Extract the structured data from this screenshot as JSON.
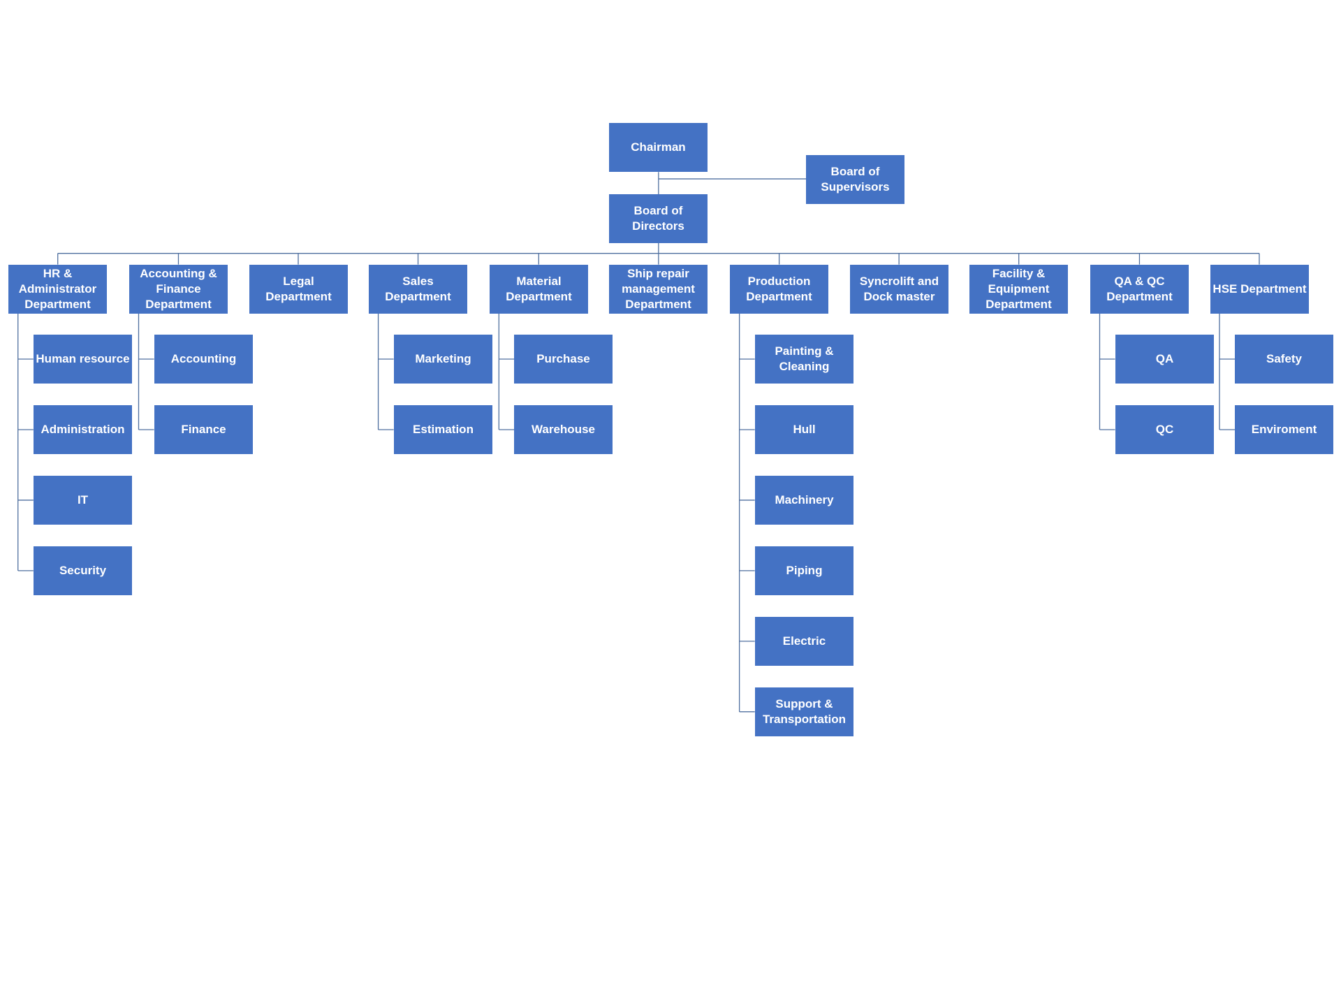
{
  "chart": {
    "chairman": "Chairman",
    "board_of_supervisors": "Board of\nSupervisors",
    "board_of_directors": "Board of\nDirectors",
    "departments": [
      {
        "id": "hr",
        "label": "HR &\nAdministrator\nDepartment",
        "children": [
          "Human resource",
          "Administration",
          "IT",
          "Security"
        ]
      },
      {
        "id": "acc",
        "label": "Accounting &\nFinance\nDepartment",
        "children": [
          "Accounting",
          "Finance"
        ]
      },
      {
        "id": "legal",
        "label": "Legal\nDepartment",
        "children": []
      },
      {
        "id": "sales",
        "label": "Sales\nDepartment",
        "children": [
          "Marketing",
          "Estimation"
        ]
      },
      {
        "id": "material",
        "label": "Material\nDepartment",
        "children": [
          "Purchase",
          "Warehouse"
        ]
      },
      {
        "id": "shiprepair",
        "label": "Ship repair\nmanagement\nDepartment",
        "children": []
      },
      {
        "id": "production",
        "label": "Production\nDepartment",
        "children": [
          "Painting &\nCleaning",
          "Hull",
          "Machinery",
          "Piping",
          "Electric",
          "Support &\nTransportation"
        ]
      },
      {
        "id": "syncrolift",
        "label": "Syncrolift and\nDock master",
        "children": []
      },
      {
        "id": "facility",
        "label": "Facility &\nEquipment\nDepartment",
        "children": []
      },
      {
        "id": "qaqc",
        "label": "QA & QC\nDepartment",
        "children": [
          "QA",
          "QC"
        ]
      },
      {
        "id": "hse",
        "label": "HSE Department",
        "children": [
          "Safety",
          "Enviroment"
        ]
      }
    ]
  },
  "colors": {
    "box": "#4472C4",
    "text": "#FFFFFF",
    "connector": "#4F6F9F"
  }
}
